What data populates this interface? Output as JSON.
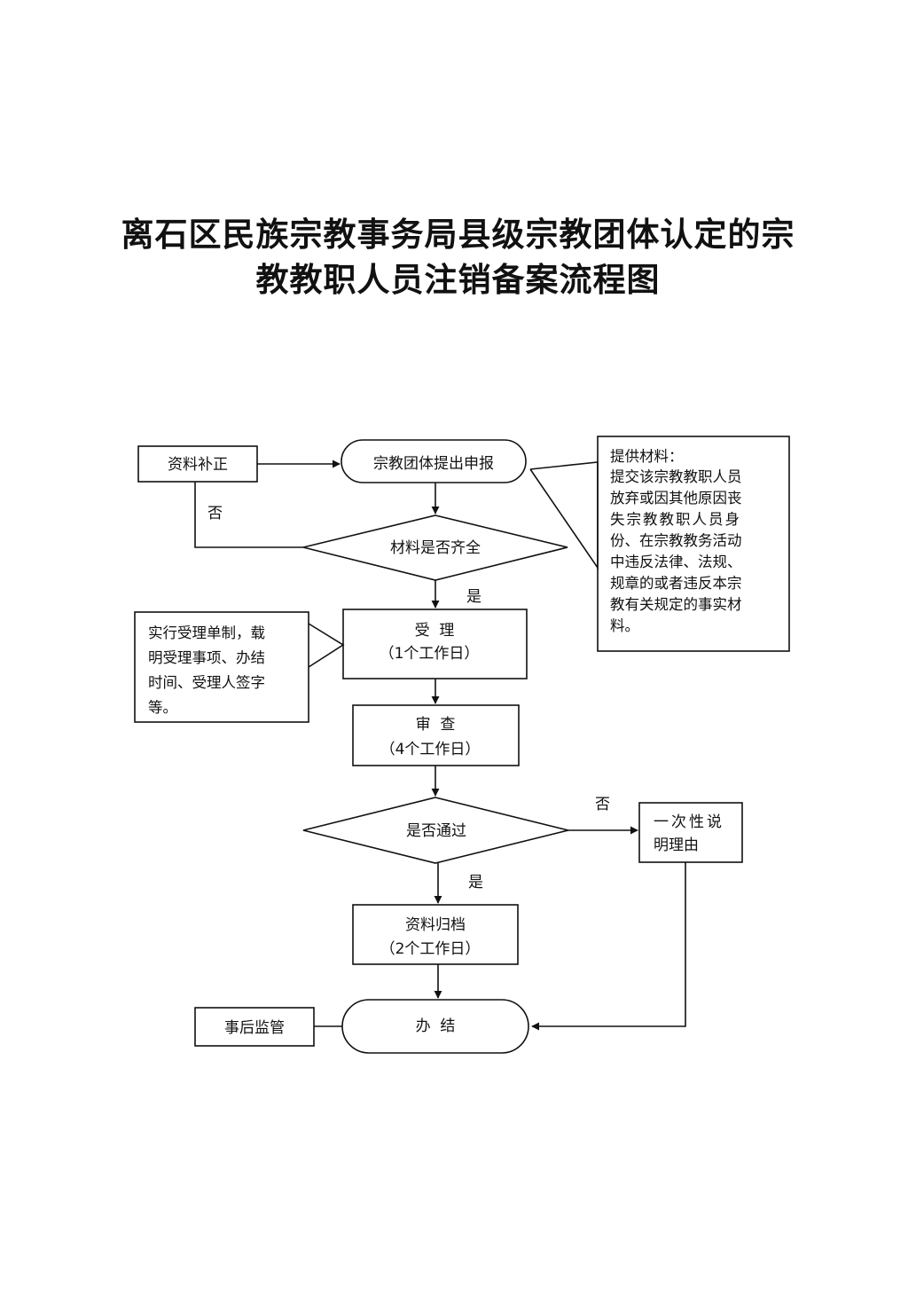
{
  "title": {
    "line1": "离石区民族宗教事务局县级宗教团体认定的宗",
    "line2": "教教职人员注销备案流程图"
  },
  "nodes": {
    "supplement": "资料补正",
    "submit": "宗教团体提出申报",
    "check_complete": "材料是否齐全",
    "accept": {
      "title": "受  理",
      "days": "（1个工作日）"
    },
    "review": {
      "title": "审  查",
      "days": "（4个工作日）"
    },
    "pass_check": "是否通过",
    "archive": {
      "title": "资料归档",
      "days": "（2个工作日）"
    },
    "finish": "办  结",
    "explain": [
      "一次性说",
      "明理由"
    ],
    "supervise": "事后监管"
  },
  "notes": {
    "materials": [
      "提供材料：",
      "提交该宗教教职人员",
      "放弃或因其他原因丧",
      "失宗教教职人员身",
      "份、在宗教教务活动",
      "中违反法律、法规、",
      "规章的或者违反本宗",
      "教有关规定的事实材",
      "料。"
    ],
    "acceptance": [
      "实行受理单制，载",
      "明受理事项、办结",
      "时间、受理人签字",
      "等。"
    ]
  },
  "edge_labels": {
    "no_1": "否",
    "yes_1": "是",
    "no_2": "否",
    "yes_2": "是"
  }
}
